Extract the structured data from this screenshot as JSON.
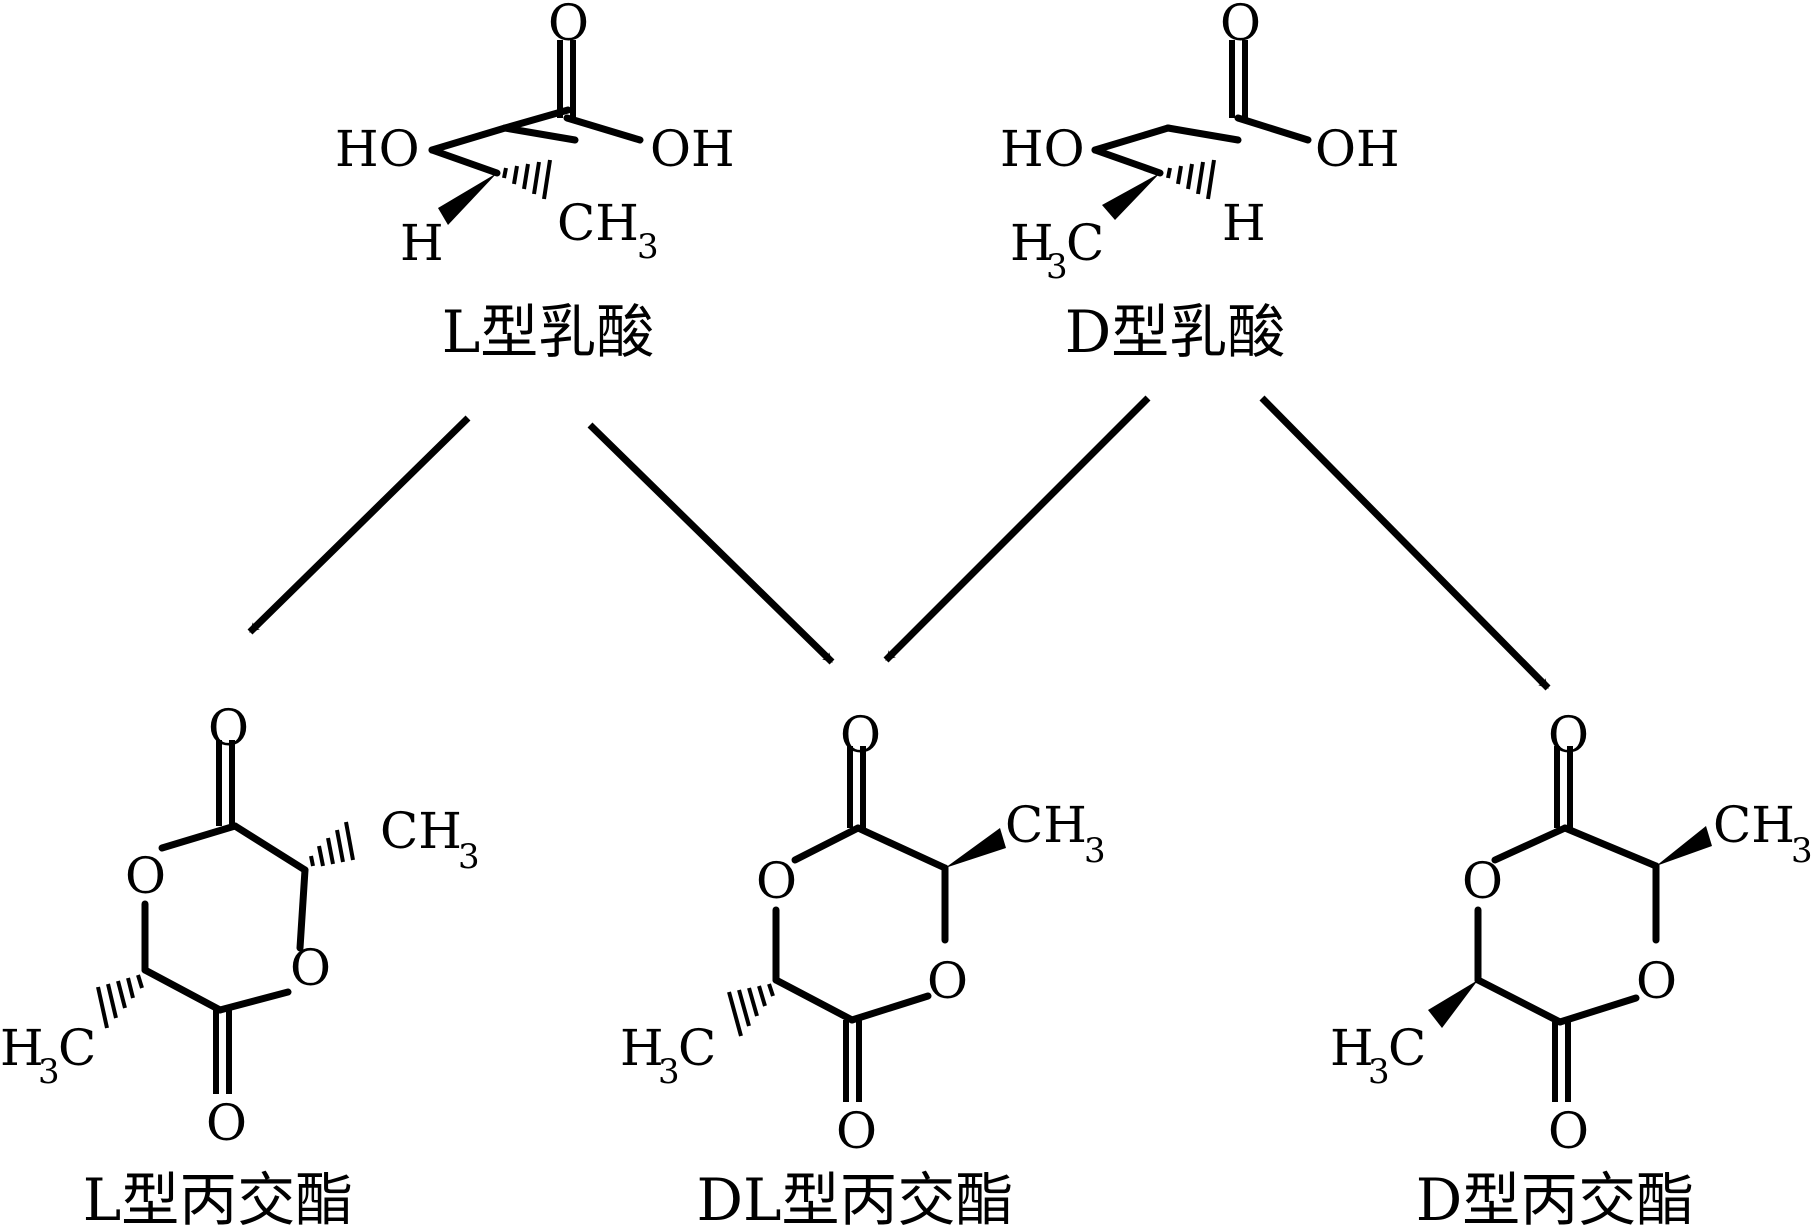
{
  "atoms": {
    "O": "O",
    "HO": "HO",
    "OH": "OH",
    "H": "H",
    "CH": "CH",
    "C": "C",
    "sub3": "3"
  },
  "reactants": [
    {
      "id": "L-lactic-acid",
      "label": "L型乳酸"
    },
    {
      "id": "D-lactic-acid",
      "label": "D型乳酸"
    }
  ],
  "products": [
    {
      "id": "L-lactide",
      "label": "L型丙交酯"
    },
    {
      "id": "DL-lactide",
      "label": "DL型丙交酯"
    },
    {
      "id": "D-lactide",
      "label": "D型丙交酯"
    }
  ],
  "arrows": [
    {
      "from": "L型乳酸",
      "to": "L型丙交酯"
    },
    {
      "from": "L型乳酸",
      "to": "DL型丙交酯"
    },
    {
      "from": "D型乳酸",
      "to": "DL型丙交酯"
    },
    {
      "from": "D型乳酸",
      "to": "D型丙交酯"
    }
  ]
}
